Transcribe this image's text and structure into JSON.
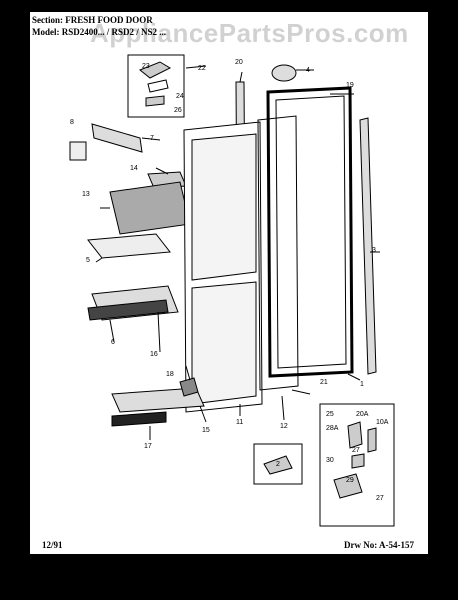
{
  "header": {
    "section_prefix": "Section:",
    "section_title": "FRESH FOOD DOOR",
    "model_prefix": "Model:",
    "model_text": "RSD2400... / RSD2 / NS2 ..."
  },
  "watermark": "AppliancePartsPros.com",
  "footer": {
    "date": "12/91",
    "drawing_no": "Drw No: A-54-157"
  },
  "callouts": {
    "c1": "1",
    "c2": "2",
    "c3": "3",
    "c4": "4",
    "c5": "5",
    "c6": "6",
    "c7": "7",
    "c8": "8",
    "c10a": "10A",
    "c11": "11",
    "c12": "12",
    "c13": "13",
    "c14": "14",
    "c15": "15",
    "c16": "16",
    "c17": "17",
    "c18": "18",
    "c19": "19",
    "c20": "20",
    "c20a": "20A",
    "c21": "21",
    "c22": "22",
    "c23": "23",
    "c24": "24",
    "c25": "25",
    "c26": "26",
    "c27": "27",
    "c28a": "28A",
    "c29": "29",
    "c30": "30"
  }
}
